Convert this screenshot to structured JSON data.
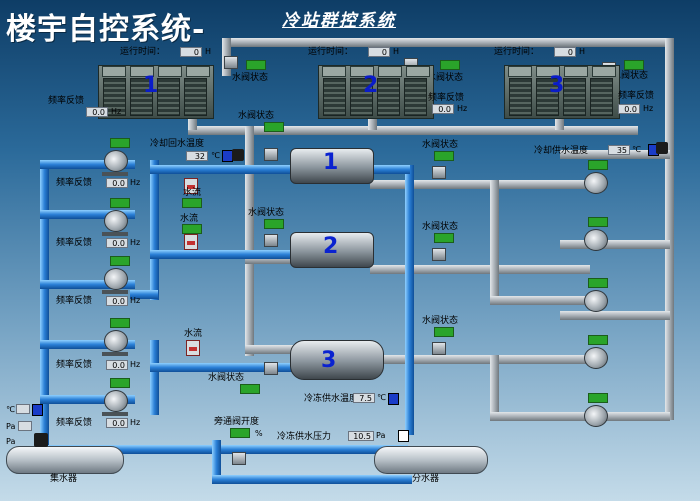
{
  "title": {
    "main": "楼宇自控系统-",
    "sub": "冷站群控系统"
  },
  "labels": {
    "run_time": "运行时间：",
    "valve_status": "水阀状态",
    "freq_feedback": "频率反馈",
    "cooling_return_temp": "冷却回水温度",
    "cooling_supply_temp": "冷却供水温度",
    "chilled_supply_temp": "冷冻供水温度",
    "chilled_supply_pressure": "冷冻供水压力",
    "water_flow": "水流",
    "bypass_valve_opening": "旁通阀开度",
    "collector": "集水器",
    "distributor": "分水器"
  },
  "units": {
    "hour": "H",
    "hz": "Hz",
    "celsius": "℃",
    "pa": "Pa",
    "percent": "%"
  },
  "towers": [
    {
      "number": "1",
      "run_time": "0",
      "freq": "0.0"
    },
    {
      "number": "2",
      "run_time": "0",
      "freq": "0.0"
    },
    {
      "number": "3",
      "run_time": "0",
      "freq": "0.0"
    }
  ],
  "chillers": [
    {
      "number": "1"
    },
    {
      "number": "2"
    },
    {
      "number": "3"
    }
  ],
  "left_pumps": [
    {
      "freq": "0.0"
    },
    {
      "freq": "0.0"
    },
    {
      "freq": "0.0"
    },
    {
      "freq": "0.0"
    },
    {
      "freq": "0.0"
    }
  ],
  "readings": {
    "cooling_return_temp": "32",
    "cooling_supply_temp": "35",
    "chilled_supply_temp": "7.5",
    "chilled_supply_pressure": "10.5",
    "bypass_opening": ""
  },
  "collector_sensors": {
    "temp_unit": "℃",
    "pa1": "Pa",
    "pa2": "Pa"
  },
  "colors": {
    "chilled_pipe": "#2a7fd6",
    "cooling_pipe": "#a9b0b6",
    "status_on": "#2aa42a"
  },
  "icons": [
    "cooling-tower-icon",
    "chiller-icon",
    "pump-icon",
    "valve-icon",
    "flow-switch-icon",
    "temperature-sensor-icon",
    "pressure-sensor-icon"
  ]
}
